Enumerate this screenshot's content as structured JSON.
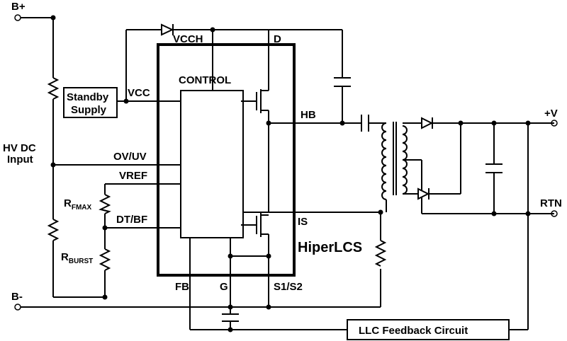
{
  "terminals": {
    "b_plus": "B+",
    "b_minus": "B-",
    "v_plus": "+V",
    "rtn": "RTN"
  },
  "input": {
    "line1": "HV DC",
    "line2": "Input"
  },
  "standby": {
    "line1": "Standby",
    "line2": "Supply"
  },
  "ic": {
    "name": "HiperLCS",
    "control": "CONTROL",
    "pins": {
      "vcch": "VCCH",
      "d": "D",
      "vcc": "VCC",
      "hb": "HB",
      "ov_uv": "OV/UV",
      "vref": "VREF",
      "dt_bf": "DT/BF",
      "is": "IS",
      "fb": "FB",
      "g": "G",
      "s1_s2": "S1/S2"
    }
  },
  "resistors": {
    "rfmax_main": "R",
    "rfmax_sub": "FMAX",
    "rburst_main": "R",
    "rburst_sub": "BURST"
  },
  "feedback": {
    "label": "LLC Feedback Circuit"
  }
}
